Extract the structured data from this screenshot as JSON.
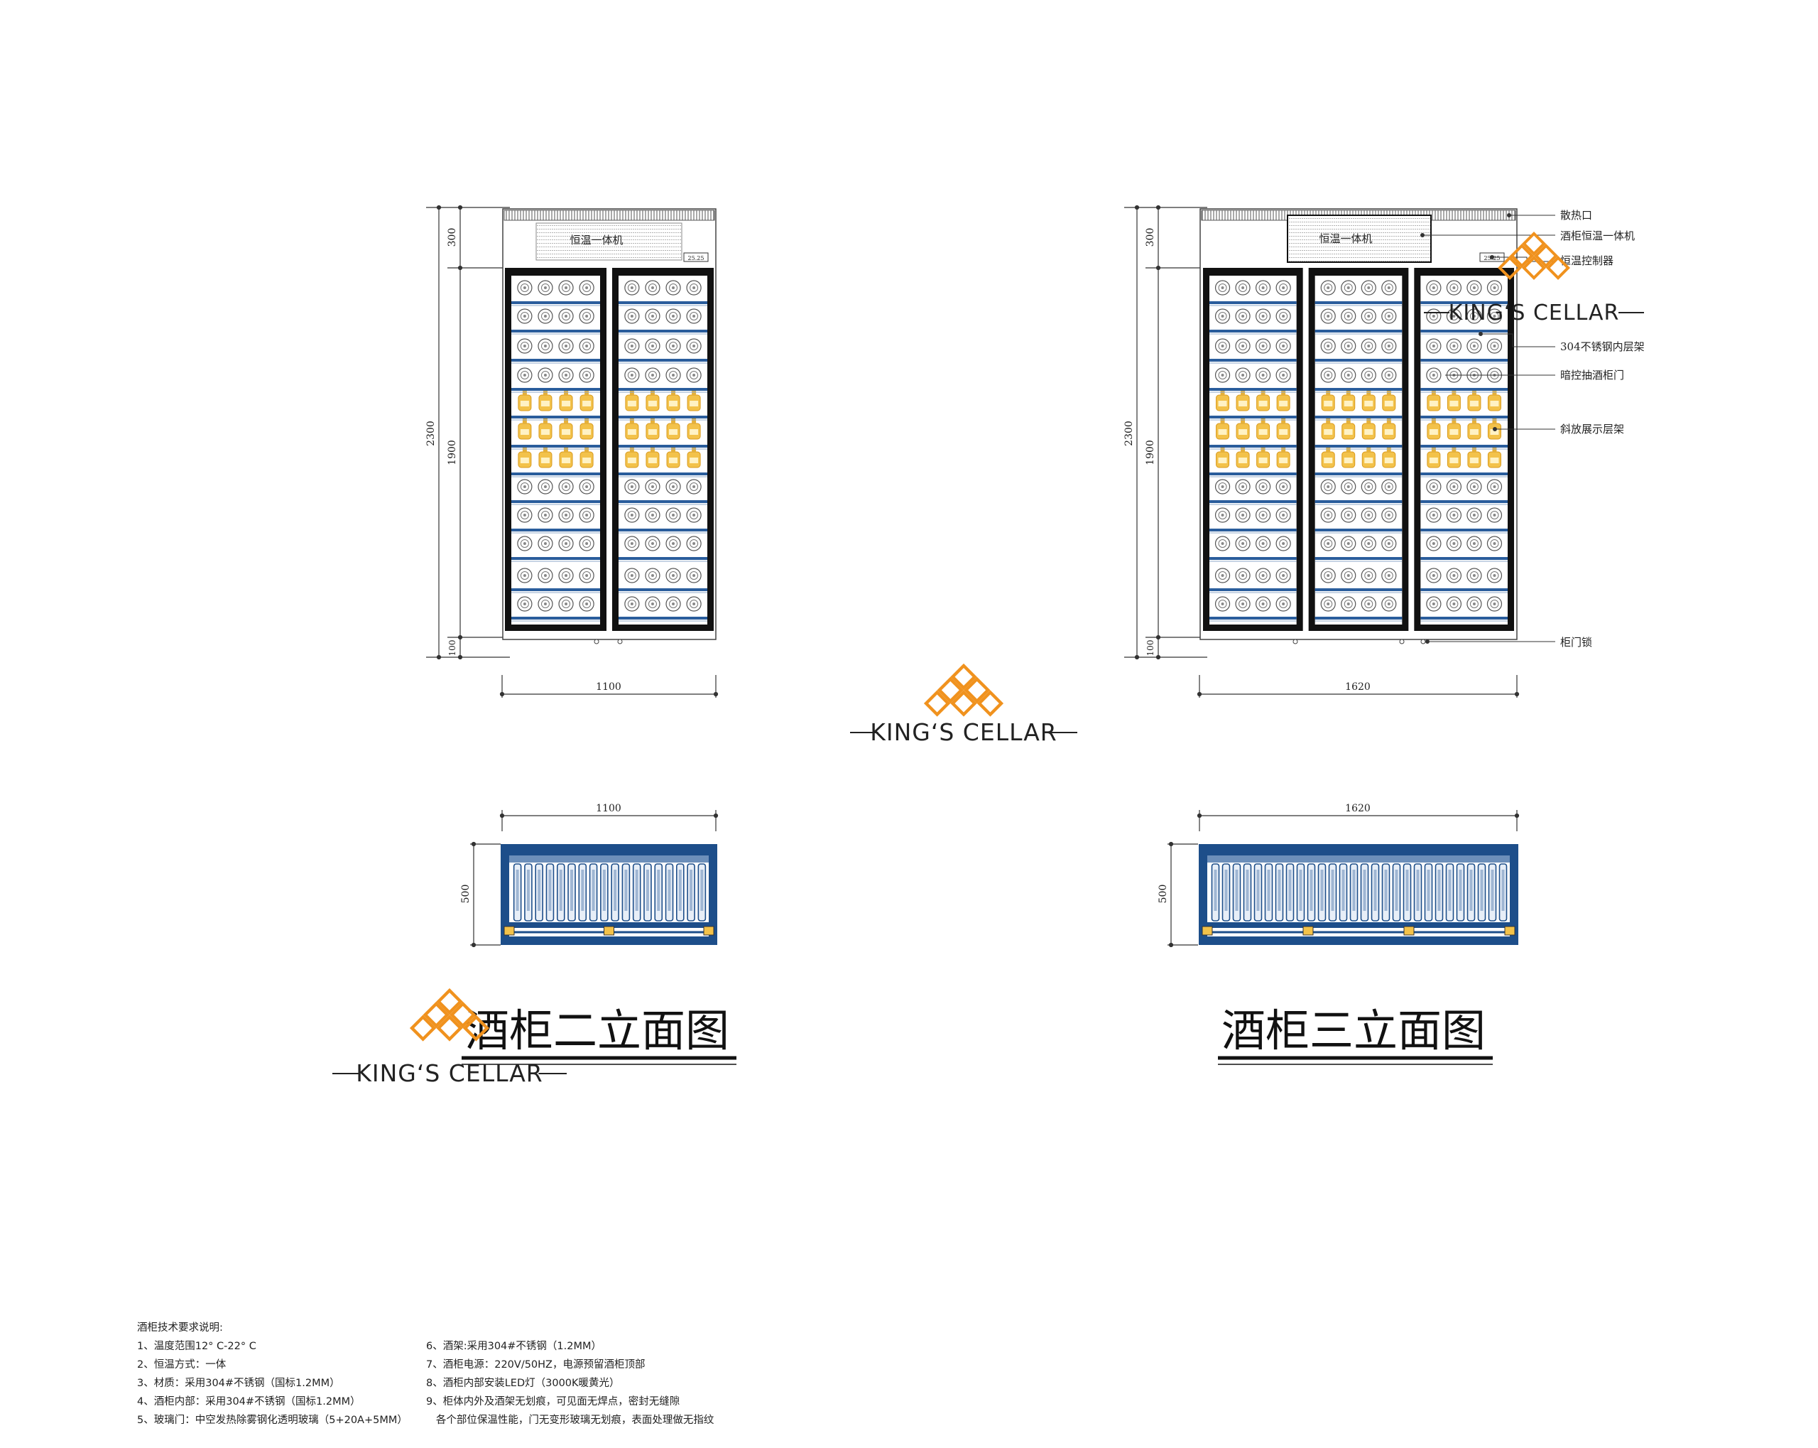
{
  "drawing_2": {
    "title": "酒柜二立面图",
    "unit_label": "恒温一体机",
    "controller_label": "25.25",
    "dims": {
      "total_height": "2300",
      "top": "300",
      "mid": "1900",
      "bottom": "100",
      "width": "1100",
      "plan_width": "1100",
      "plan_depth": "500"
    },
    "doors": 2
  },
  "drawing_3": {
    "title": "酒柜三立面图",
    "unit_label": "恒温一体机",
    "controller_label": "25.25",
    "dims": {
      "total_height": "2300",
      "top": "300",
      "mid": "1900",
      "bottom": "100",
      "width": "1620",
      "plan_width": "1620",
      "plan_depth": "500"
    },
    "doors": 3,
    "callouts": [
      "散热口",
      "酒柜恒温一体机",
      "恒温控制器",
      "304不锈钢内层架",
      "暗控抽酒柜门",
      "斜放展示层架",
      "柜门锁"
    ]
  },
  "logo": {
    "text": "KING‘S CELLAR"
  },
  "notes": {
    "heading": "酒柜技术要求说明:",
    "left": [
      "1、温度范围12° C-22° C",
      "2、恒温方式：一体",
      "3、材质：采用304#不锈钢（国标1.2MM）",
      "4、酒柜内部：采用304#不锈钢（国标1.2MM）",
      "5、玻璃门：中空发热除雾钢化透明玻璃（5+20A+5MM）"
    ],
    "right": [
      "6、酒架:采用304#不锈钢（1.2MM）",
      "7、酒柜电源：220V/50HZ，电源预留酒柜顶部",
      "8、酒柜内部安装LED灯（3000K暖黄光）",
      "9、柜体内外及酒架无划痕，可见面无焊点，密封无缝隙",
      "   各个部位保温性能，门无变形玻璃无划痕，表面处理做无指纹"
    ]
  },
  "colors": {
    "frame": "#111111",
    "shelf": "#2a5d9c",
    "plan_blue": "#1d4e8a",
    "logo_orange": "#f0921e",
    "bottle_gold": "#f3c24a"
  }
}
